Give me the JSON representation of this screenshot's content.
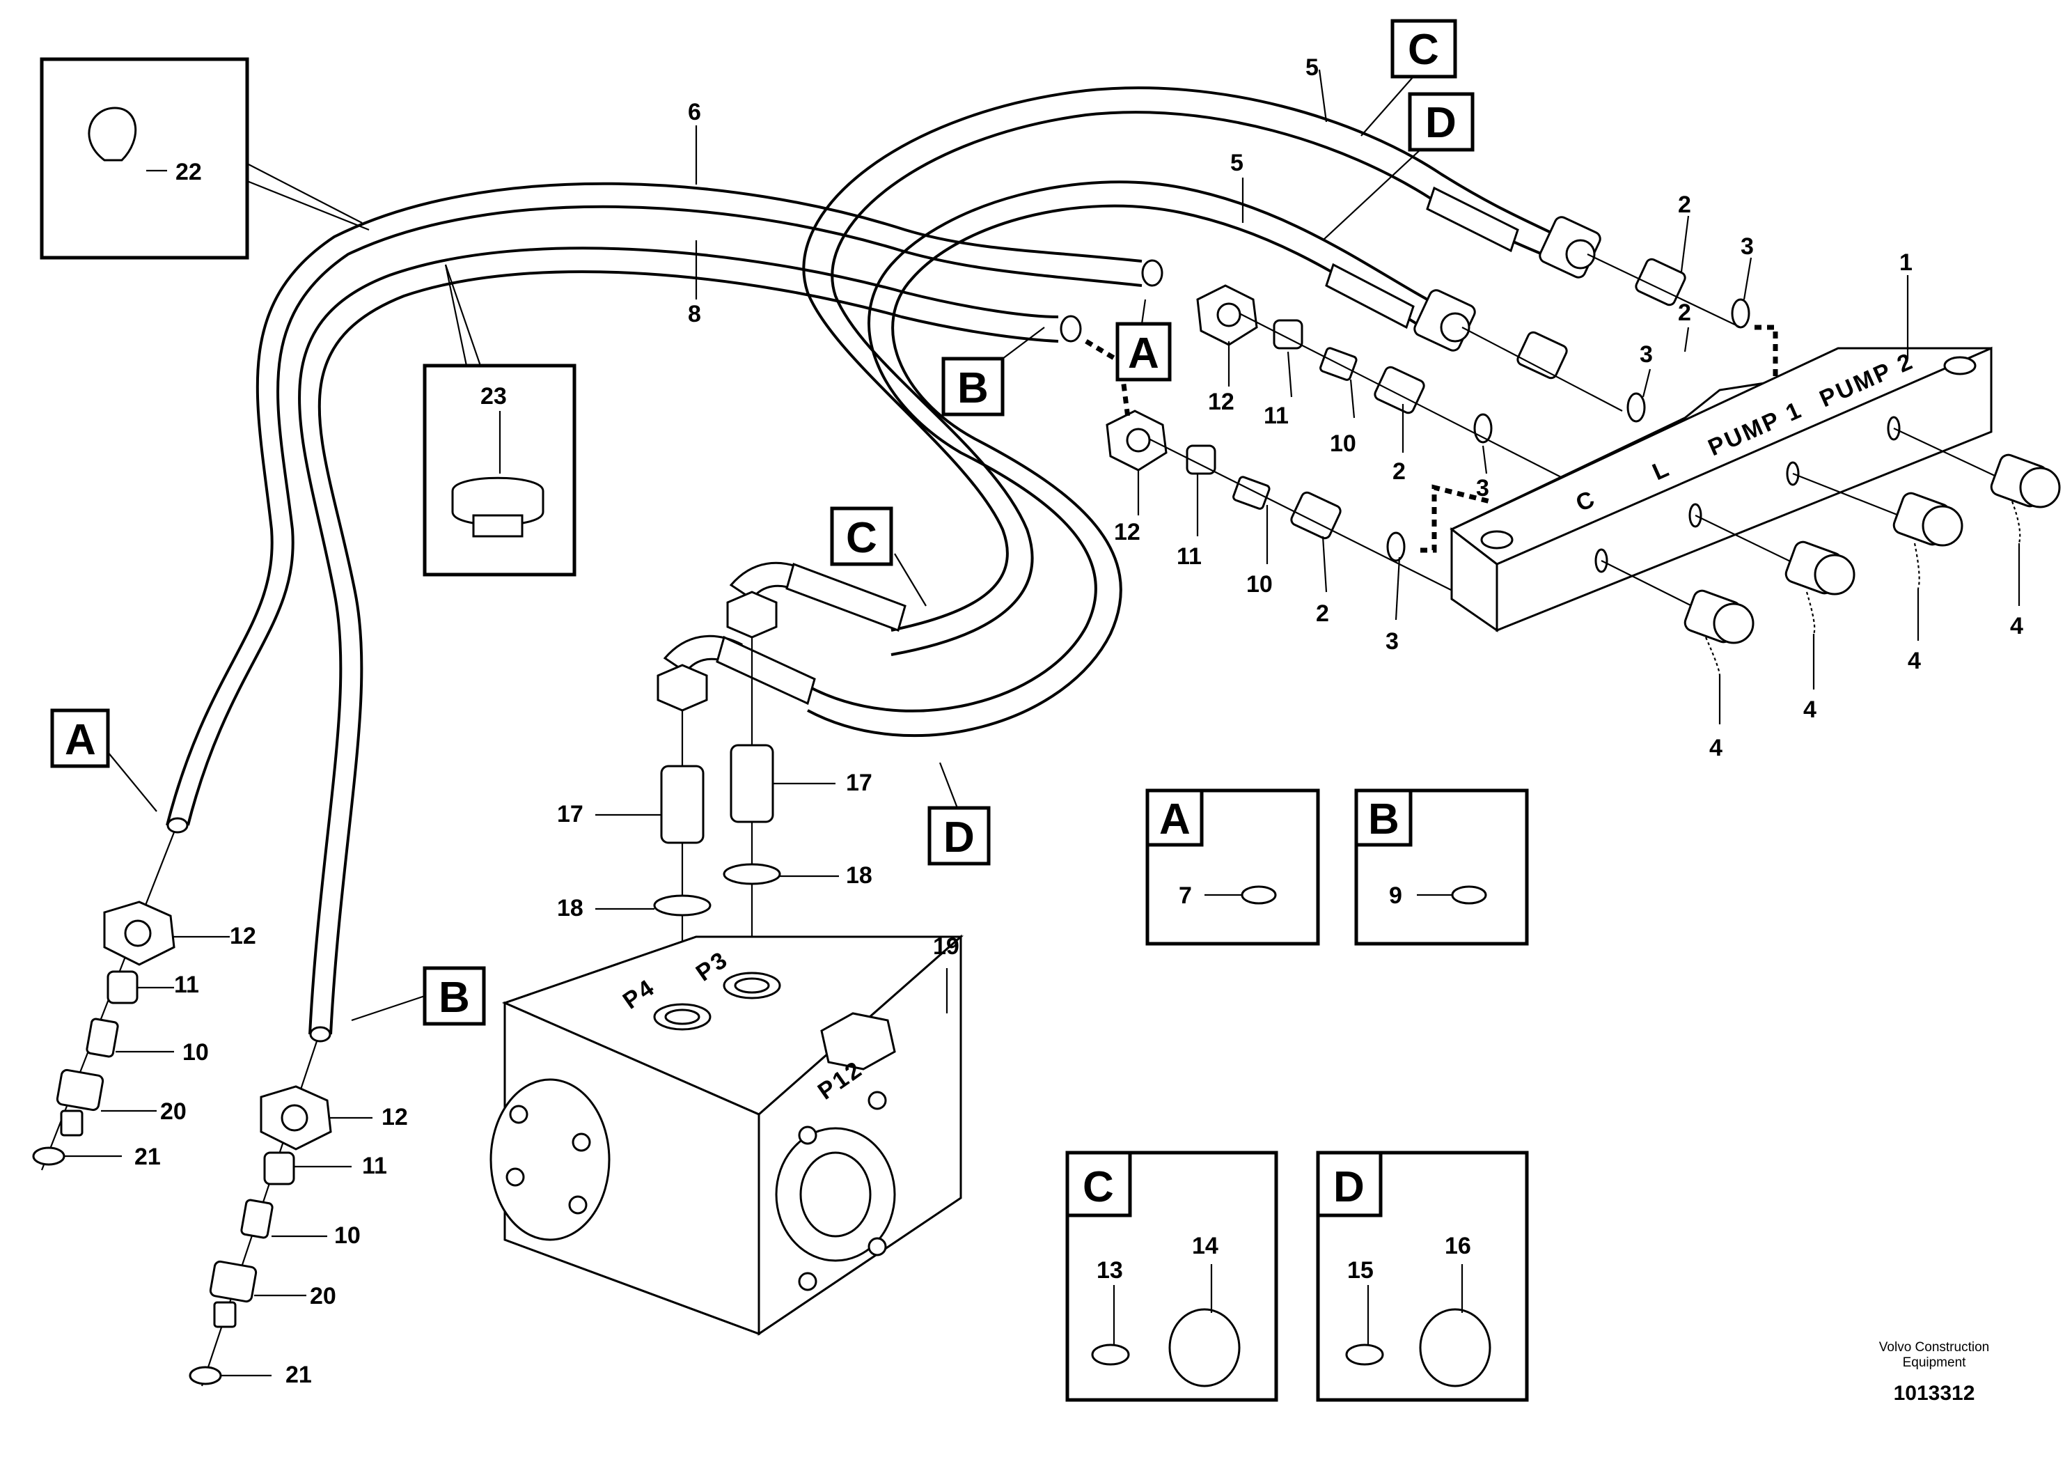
{
  "labels": {
    "p1": "1",
    "p2": "2",
    "p3": "3",
    "p4": "4",
    "p5": "5",
    "p6": "6",
    "p7": "7",
    "p8": "8",
    "p9": "9",
    "p10": "10",
    "p11": "11",
    "p12": "12",
    "p13": "13",
    "p14": "14",
    "p15": "15",
    "p16": "16",
    "p17": "17",
    "p18": "18",
    "p19": "19",
    "p20": "20",
    "p21": "21",
    "p22": "22",
    "p23": "23"
  },
  "refs": {
    "a": "A",
    "b": "B",
    "c": "C",
    "d": "D"
  },
  "manifold": {
    "pump1": "PUMP 1",
    "pump2": "PUMP 2",
    "l": "L",
    "c": "C"
  },
  "valve": {
    "p3": "P3",
    "p4": "P4",
    "p12": "P12"
  },
  "footer": {
    "company": "Volvo Construction",
    "dept": "Equipment",
    "drawing_no": "1013312"
  }
}
